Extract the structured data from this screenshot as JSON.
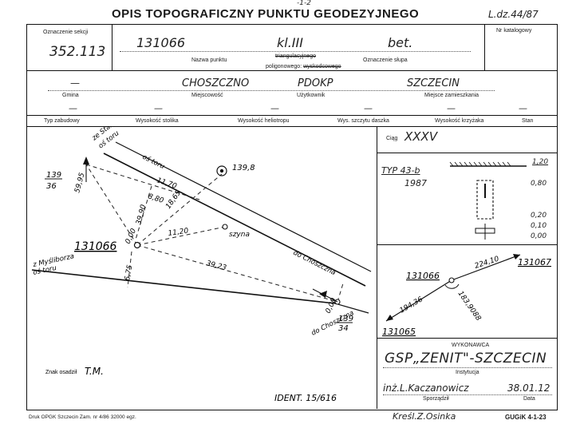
{
  "header": {
    "title": "OPIS TOPOGRAFICZNY PUNKTU GEODEZYJNEGO",
    "ref": "L.dz.44/87",
    "top_mark": "-1-2"
  },
  "row1": {
    "section_label": "Oznaczenie sekcji",
    "section_value": "352.113",
    "point_number": "131066",
    "class_value": "kl.III",
    "post_value": "bet.",
    "name_label": "Nazwa punktu",
    "name_opt1": "triangulacyjnego",
    "name_opt2_a": "poligonowego:",
    "name_opt2_b": "wyskodcowego",
    "post_label": "Oznaczenie słupa",
    "catalog_label": "Nr katalogowy"
  },
  "row2": {
    "gmina_value": "—",
    "gmina_label": "Gmina",
    "place_value": "CHOSZCZNO",
    "place_label": "Miejscowość",
    "user_value": "PDOKP",
    "user_label": "Użytkownik",
    "residence_value": "SZCZECIN",
    "residence_label": "Miejsce zamieszkania"
  },
  "row3": {
    "labels": [
      "Typ zabudowy",
      "Wysokość stolika",
      "Wysokość heliotropu",
      "Wys. szczytu daszka",
      "Wysokość krzyżaka",
      "Stan"
    ],
    "values": [
      "—",
      "—",
      "—",
      "—",
      "—",
      "—"
    ]
  },
  "sketch": {
    "track_north": "oś toru",
    "north_dest": "ze Stargardu",
    "north_dest_track": "oś toru",
    "frac_left_num": "139",
    "frac_left_den": "36",
    "dist_a": "59,95",
    "dist_b": "11,70",
    "dist_c": "8,80",
    "dist_d": "18,65",
    "dist_e": "39,90",
    "dist_f": "11,20",
    "dist_g": "39,23",
    "dist_h": "6,75",
    "zero_left": "0,00",
    "zero_right": "0,00",
    "point_label": "131066",
    "beacon_label": "139,8",
    "rail_label": "szyna",
    "to_city": "do Choszczna",
    "track_south": "z Myśliborza",
    "track_south_b": "oś toru",
    "frac_right_num": "139",
    "frac_right_den": "34",
    "to_city_bottom": "do Choszczna",
    "mark_label": "Znak osadził",
    "mark_value": "T.M.",
    "ident": "IDENT. 15/616"
  },
  "right_top": {
    "ciag_label": "Ciąg",
    "ciag_value": "XXXV",
    "type_value": "TYP 43-b",
    "year_value": "1987",
    "heights": [
      "1,20",
      "0,80",
      "0,20",
      "0,10",
      "0,00"
    ]
  },
  "right_mid": {
    "p_a": "131066",
    "p_b": "131067",
    "p_c": "131065",
    "d_ab": "224,10",
    "d_ac": "194,36",
    "angle": "183,9088"
  },
  "footer_box": {
    "exec_label": "WYKONAWCA",
    "exec_value": "GSP„ZENIT\"-SZCZECIN",
    "inst_label": "Instytucja",
    "author_value": "inż.L.Kaczanowicz",
    "date_value": "38.01.12",
    "author_label": "Sporządził",
    "date_label": "Data"
  },
  "bottom": {
    "print_info": "Druk OPGK Szczecin Zam. nr 4/86  32000 egz.",
    "drawn": "Kreśl.Z.Osinka",
    "code": "GUGiK 4-1-23"
  }
}
